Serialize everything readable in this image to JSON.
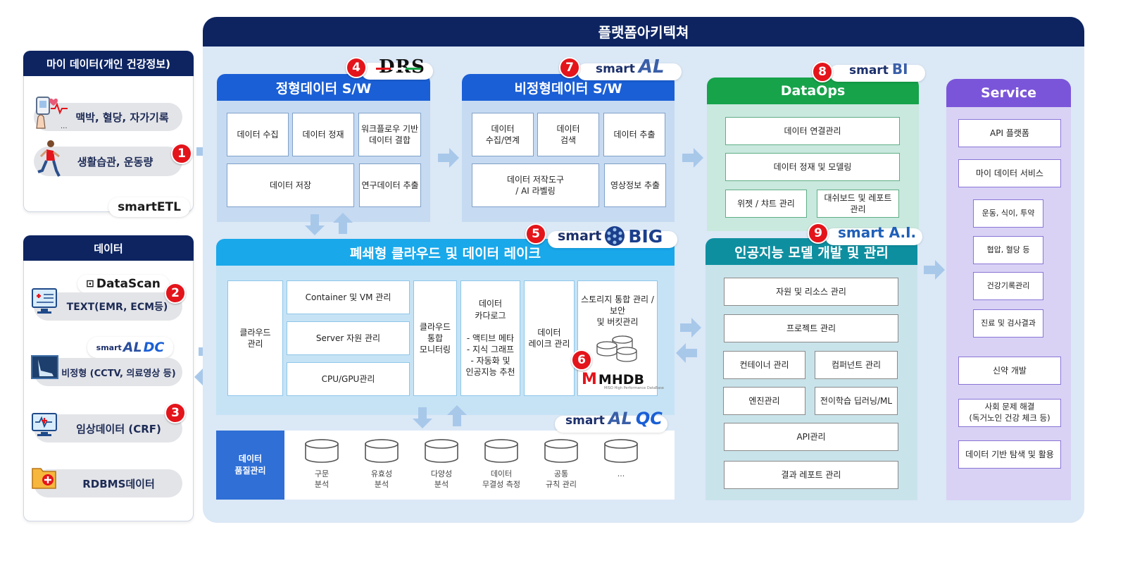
{
  "platform": {
    "title": "플랫폼아키텍쳐"
  },
  "mydata": {
    "title": "마이 데이터(개인 건강정보)",
    "items": [
      "맥박, 혈당, 자가기록",
      "생활습관, 운동량"
    ],
    "logo": "smartETL",
    "ellipsis": "..."
  },
  "data": {
    "title": "데이터",
    "items": [
      "TEXT(EMR, ECM등)",
      "비정형 (CCTV, 의료영상 등)",
      "임상데이터 (CRF)",
      "RDBMS데이터"
    ],
    "logos": {
      "datascan": "DataScan",
      "aldc_smart": "smart",
      "aldc_mark": "AL",
      "aldc_dc": "DC"
    }
  },
  "badges": [
    "1",
    "2",
    "3",
    "4",
    "5",
    "6",
    "7",
    "8",
    "9"
  ],
  "structured": {
    "title": "정형데이터  S/W",
    "logo": "DRS",
    "boxes": [
      "데이터 수집",
      "데이터 정재",
      "워크플로우 기반\n데이터 결합",
      "데이터 저장",
      "연구데이터 추출"
    ]
  },
  "unstructured": {
    "title": "비정형데이터  S/W",
    "logo_smart": "smart",
    "logo_mark": "AL",
    "boxes": [
      "데이터\n수집/연계",
      "데이터\n검색",
      "데이터 추출",
      "데이터 저작도구\n/ AI 라벨링",
      "영상정보 추출"
    ]
  },
  "dataops": {
    "title": "DataOps",
    "logo_smart": "smart",
    "logo_mark": "BI",
    "boxes": [
      "데이터 연결관리",
      "데이터 정재 및 모델링",
      "위젯 / 챠트 관리",
      "대쉬보드 및 레포트\n관리"
    ]
  },
  "service": {
    "title": "Service",
    "boxes": [
      "API 플랫폼",
      "마이 데이터 서비스",
      "운동, 식이, 투약",
      "협압, 혈당 등",
      "건강기록관리",
      "진료 및 검사결과",
      "신약 개발",
      "사회 문제 해결\n(독거노인 건강 체크 등)",
      "데이터 기반 탐색 및 활용"
    ]
  },
  "cloud": {
    "title": "폐쇄형 클라우드 및 데이터 레이크",
    "logo_smart": "smart",
    "logo_big": "BIG",
    "boxes": [
      "클라우드\n관리",
      "Container 및 VM 관리",
      "Server 자원 관리",
      "CPU/GPU관리",
      "클라우드\n통합\n모니터링",
      "데이터\n카다로그\n\n- 액티브 메타\n- 지식 그래프\n- 자동화 및\n인공지능 추천",
      "데이터\n레이크 관리",
      "스토리지 통합 관리 /\n보안\n및 버킷관리"
    ],
    "mhdb": "MHDB",
    "mhdb_sub": "MISO High Performance DataBase"
  },
  "quality": {
    "label": "데이터\n품질관리",
    "logo_smart": "smart",
    "logo_mark": "AL",
    "logo_qc": "QC",
    "items": [
      "구문\n분석",
      "유효성\n분석",
      "다양성\n분석",
      "데이터\n무결성 측정",
      "공통\n규칙 관리",
      "..."
    ]
  },
  "ai": {
    "title": "인공지능 모델 개발 및 관리",
    "logo": "smart A.I.",
    "boxes": [
      "자원 및 리소스 관리",
      "프로젝트 관리",
      "컨테이너 관리",
      "컴퍼넌트 관리",
      "엔진관리",
      "전이학습 딥러닝/ML",
      "API관리",
      "결과 레포트 관리"
    ]
  },
  "colors": {
    "navy": "#0d2461",
    "blue": "#1a5fd6",
    "sky": "#19a8ea",
    "green": "#16a34a",
    "teal": "#0e8fa0",
    "purple": "#7b55d9",
    "red": "#e4141b"
  }
}
